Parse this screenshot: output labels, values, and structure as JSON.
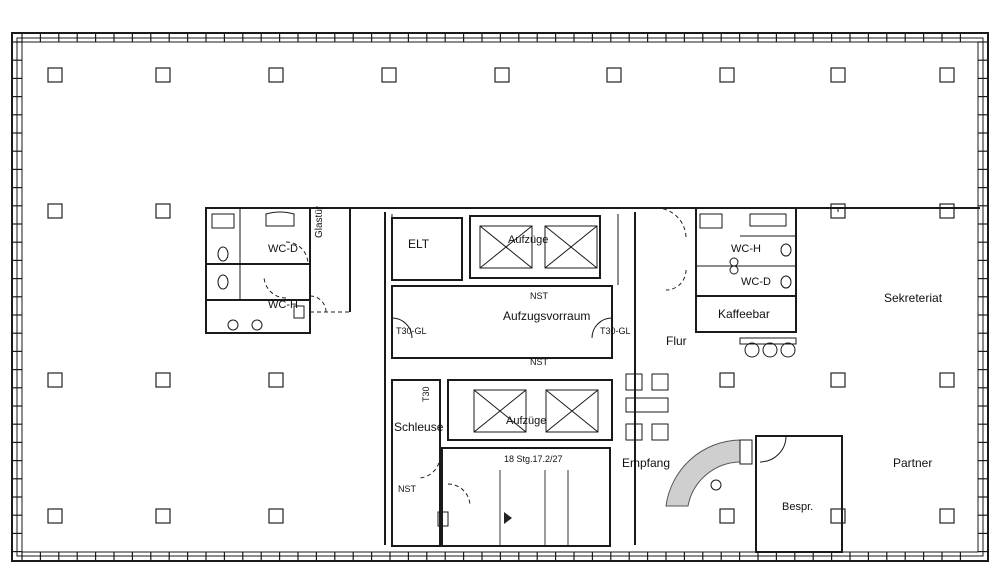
{
  "rooms": {
    "glastuer": "Glastür",
    "elt": "ELT",
    "aufzuege_top": "Aufzüge",
    "wc_d_left": "WC-D",
    "wc_h_left": "WC-H",
    "wc_h_right": "WC-H",
    "wc_d_right": "WC-D",
    "sekreteriat": "Sekreteriat",
    "kaffeebar": "Kaffeebar",
    "nst_top": "NST",
    "aufzugsvorraum": "Aufzugsvorraum",
    "t30gl_left": "T30-GL",
    "t30gl_right": "T30-GL",
    "flur": "Flur",
    "nst_mid": "NST",
    "t30": "T30",
    "aufzuege_bottom": "Aufzüge",
    "schleuse": "Schleuse",
    "stair_note": "18 Stg.17.2/27",
    "empfang": "Empfang",
    "partner": "Partner",
    "nst_bottom": "NST",
    "bespr": "Bespr."
  }
}
